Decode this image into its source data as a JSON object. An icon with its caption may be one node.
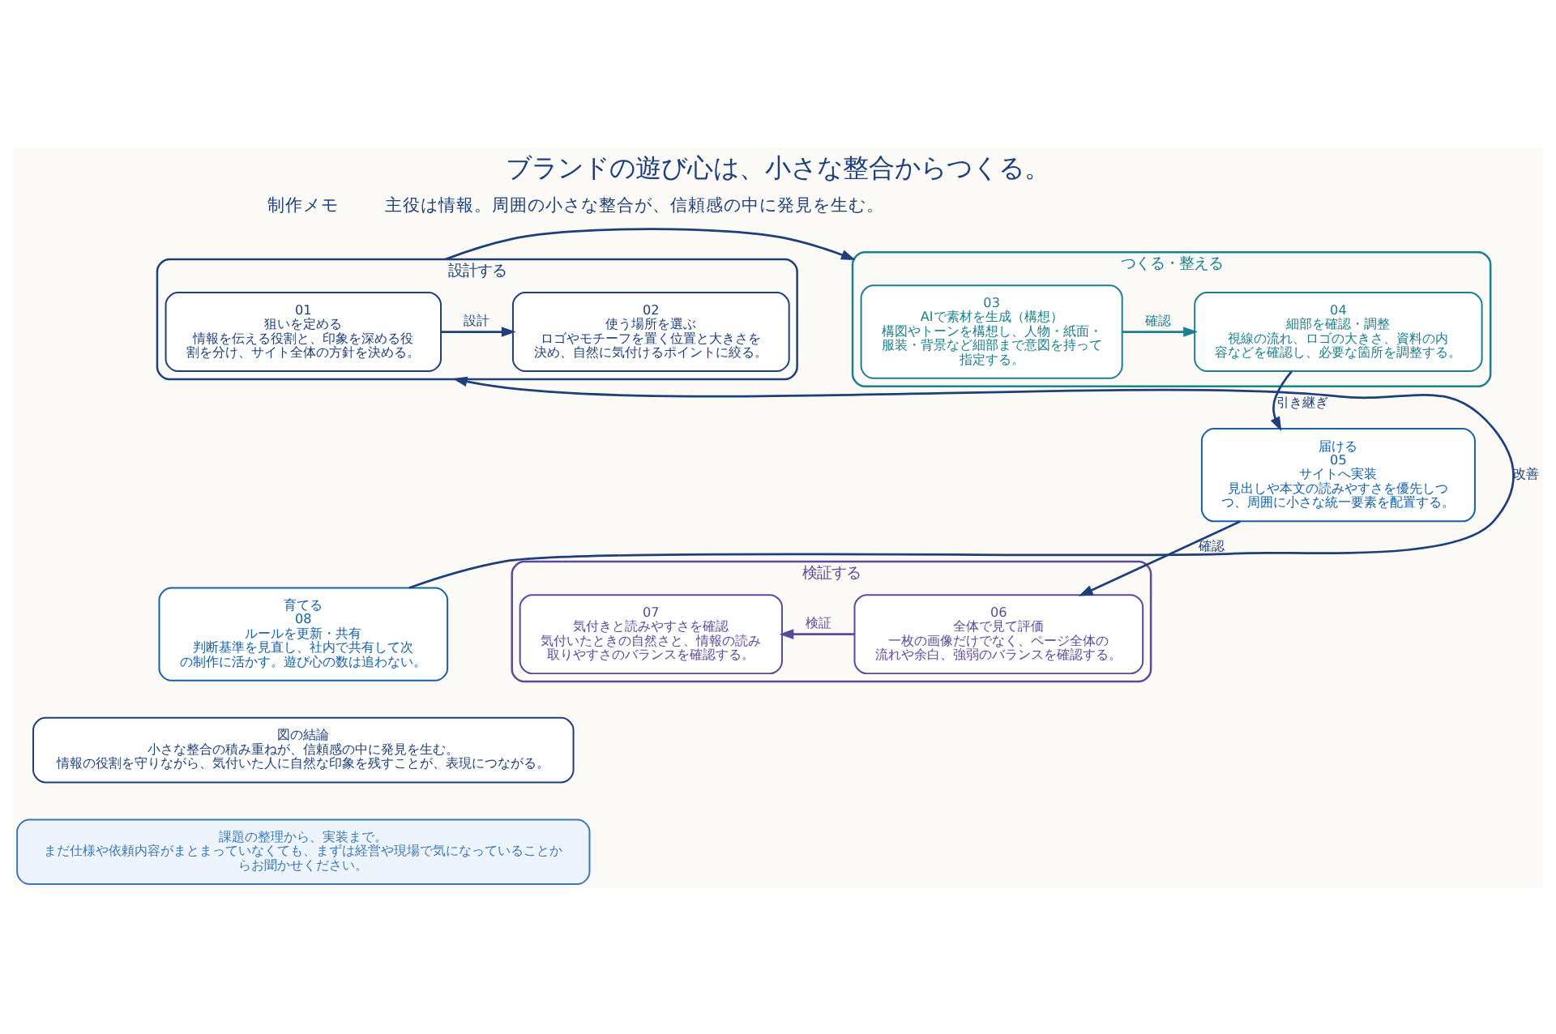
{
  "diagram": {
    "title": "ブランドの遊び心は、小さな整合からつくる。",
    "nodes": [
      {
        "text": [
          "設計する"
        ]
      },
      {
        "text": [
          "01",
          "狙いを定める",
          "情報を伝える役割と、印象を深める役割を分け、サイト全体の方針を決める。"
        ],
        "in": 0
      },
      {
        "text": [
          "02",
          "使う場所を選ぶ",
          "ロゴやモチーフを置く位置と大きさを決め、自然に気付けるポイントに絞る。"
        ],
        "in": 0
      },
      {
        "text": [
          "つくる・整える"
        ]
      },
      {
        "text": [
          "03",
          "AIで素材を生成（構想）",
          "構図やトーンを構想し、人物・紙面・服装・背景など細部まで意図を持って指定する。"
        ],
        "in": 3
      },
      {
        "text": [
          "04",
          "細部を確認・調整",
          "視線の流れ、ロゴの大きさ、資料の内容などを確認し、必要な箇所を調整する。"
        ],
        "in": 3
      },
      {
        "text": [
          "届ける",
          "05",
          "サイトへ実装",
          "見出しや本文の読みやすさを優先しつつ、周囲に小さな統一要素を配置する。"
        ]
      },
      {
        "text": [
          "検証する"
        ]
      },
      {
        "text": [
          "06",
          "全体で見て評価",
          "一枚の画像だけでなく、ページ全体の流れや余白、強弱のバランスを確認する。"
        ],
        "in": 7
      },
      {
        "text": [
          "07",
          "気付きと読みやすさを確認",
          "気付いたときの自然さと、情報の読み取りやすさのバランスを確認する。"
        ],
        "in": 7
      },
      {
        "text": [
          "育てる",
          "08",
          "ルールを更新・共有",
          "判断基準を見直し、社内で共有して次の制作に活かす。遊び心の数は追わない。"
        ]
      },
      {
        "text": [
          "図の結論",
          "小さな整合の積み重ねが、信頼感の中に発見を生む。",
          "情報の役割を守りながら、気付いた人に自然な印象を残すことが、表現につながる。"
        ]
      },
      {
        "text": [
          "課題の整理から、実装まで。",
          "まだ仕様や依頼内容がまとまっていなくても、まずは経営や現場で気になっていることからお聞かせください。"
        ]
      }
    ],
    "edges": [
      {
        "from": 1,
        "to": 2,
        "arrow": "to",
        "label": "設計"
      },
      {
        "from": 0,
        "to": 3,
        "arrow": "to"
      },
      {
        "from": 4,
        "to": 5,
        "arrow": "to",
        "label": "確認",
        "color": "#1a7f8e"
      },
      {
        "from": 5,
        "to": 6,
        "arrow": "to",
        "label": "引き継ぎ"
      },
      {
        "from": 6,
        "to": 8,
        "arrow": "to",
        "label": "確認"
      },
      {
        "from": 8,
        "to": 9,
        "arrow": "to",
        "label": "検証",
        "color": "#5b4a9a"
      },
      {
        "from": 10,
        "to": 0,
        "arrow": "to",
        "label": "改善"
      }
    ],
    "labels": [
      "制作メモ",
      "主役は情報。周囲の小さな整合が、信頼感の中に発見を生む。"
    ]
  }
}
